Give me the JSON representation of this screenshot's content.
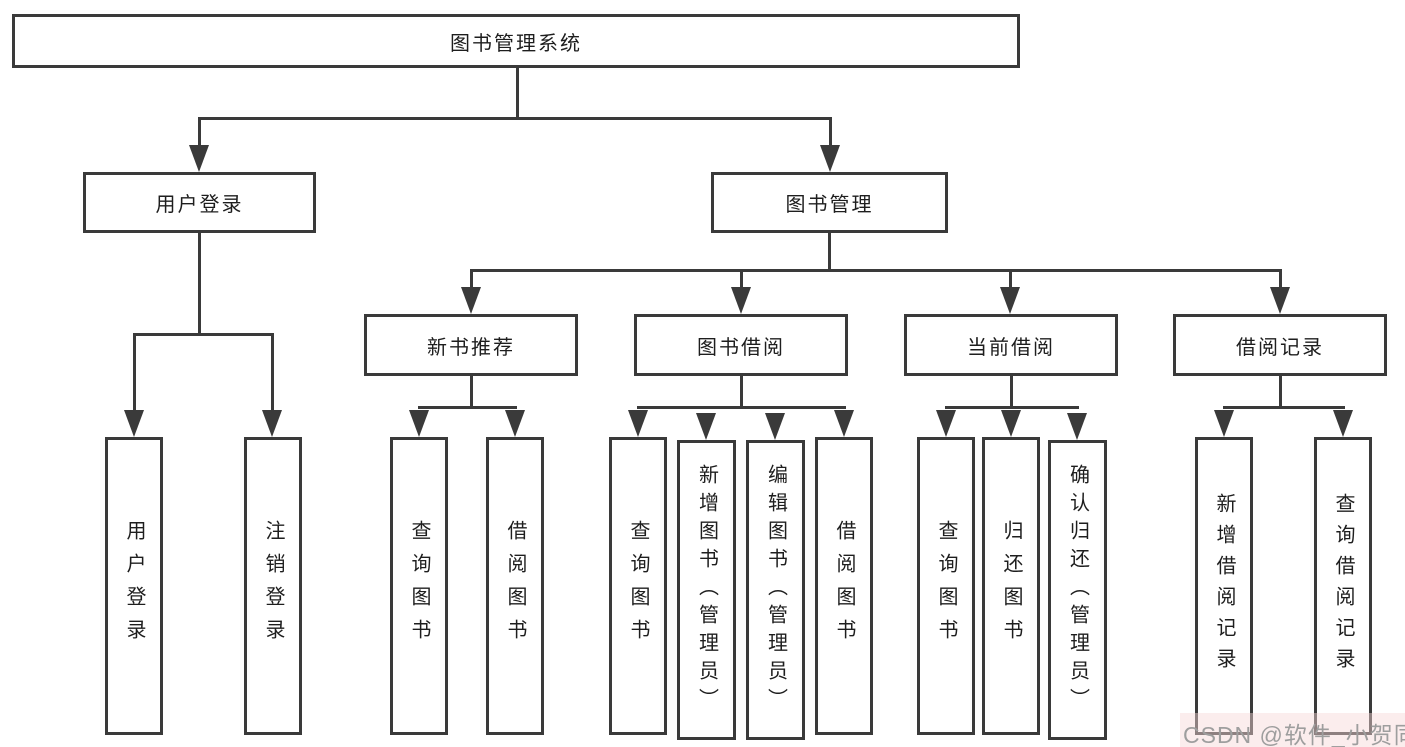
{
  "nodes": {
    "system": "图书管理系统",
    "user_login": "用户登录",
    "book_management": "图书管理",
    "new_book_recommend": "新书推荐",
    "book_borrow": "图书借阅",
    "current_borrow": "当前借阅",
    "borrow_record": "借阅记录",
    "login": "用户登录",
    "logout": "注销登录",
    "nb_query_books": "查询图书",
    "nb_borrow_books": "借阅图书",
    "bb_query_books": "查询图书",
    "bb_add_books_admin": "新增图书（管理员）",
    "bb_edit_books_admin": "编辑图书（管理员）",
    "bb_borrow_books": "借阅图书",
    "cb_query_books": "查询图书",
    "cb_return_books": "归还图书",
    "cb_confirm_return_admin": "确认归还（管理员）",
    "br_add_record": "新增借阅记录",
    "br_query_record": "查询借阅记录"
  },
  "watermark": "CSDN @软件_小贺同学",
  "colors": {
    "line": "#3a3a3a",
    "text": "#1e1e1e",
    "watermark": "#9e9e9e",
    "background": "#ffffff"
  }
}
